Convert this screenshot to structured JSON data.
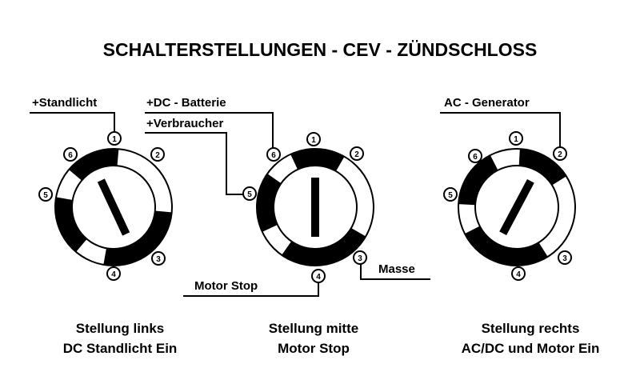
{
  "title": "SCHALTERSTELLUNGEN - CEV - ZÜNDSCHLOSS",
  "terminals": [
    "1",
    "2",
    "3",
    "4",
    "5",
    "6"
  ],
  "wire_labels": {
    "standlicht": "+Standlicht",
    "dc_batterie": "+DC - Batterie",
    "verbraucher": "+Verbraucher",
    "motor_stop": "Motor Stop",
    "masse": "Masse",
    "ac_generator": "AC - Generator"
  },
  "switches": [
    {
      "caption_line1": "Stellung links",
      "caption_line2": "DC Standlicht Ein"
    },
    {
      "caption_line1": "Stellung mitte",
      "caption_line2": "Motor Stop"
    },
    {
      "caption_line1": "Stellung rechts",
      "caption_line2": "AC/DC und Motor Ein"
    }
  ],
  "colors": {
    "ink": "#000000",
    "background": "#ffffff"
  }
}
